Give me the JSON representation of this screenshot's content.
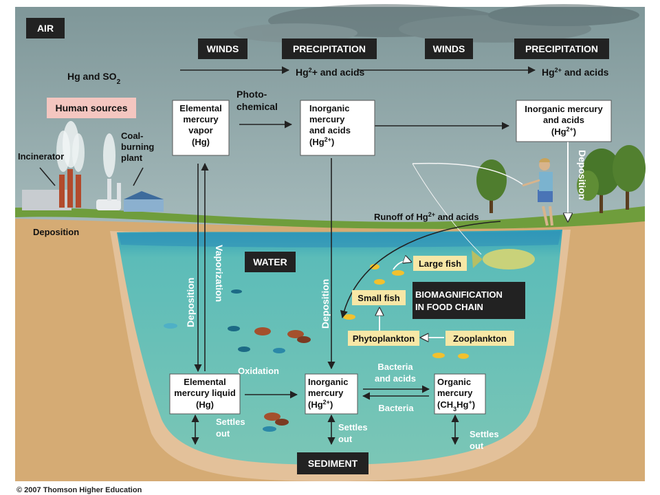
{
  "labels": {
    "air": "AIR",
    "winds": "WINDS",
    "precipitation": "PRECIPITATION",
    "water": "WATER",
    "sediment": "SEDIMENT",
    "hg_so2_main": "Hg and SO",
    "hg_so2_sub": "2",
    "hg2_acids_1_a": "Hg",
    "hg2_acids_1_sup": "2",
    "hg2_acids_1_b": "+ and acids",
    "hg2_acids_2_a": "Hg",
    "hg2_acids_2_sup": "2+",
    "hg2_acids_2_b": " and acids",
    "human_sources": "Human sources",
    "incinerator": "Incinerator",
    "coal_plant": [
      "Coal-",
      "burning",
      "plant"
    ],
    "photochemical": [
      "Photo-",
      "chemical"
    ],
    "elemental_vapor": [
      "Elemental",
      "mercury",
      "vapor",
      "(Hg)"
    ],
    "inorganic_air": [
      "Inorganic",
      "mercury",
      "and acids"
    ],
    "inorganic_air_formula": [
      "(Hg",
      "2+",
      ")"
    ],
    "inorganic_right": [
      "Inorganic mercury",
      "and acids"
    ],
    "inorganic_right_formula": [
      "(Hg",
      "2+",
      ")"
    ],
    "deposition": "Deposition",
    "vaporization": "Vaporization",
    "runoff": [
      "Runoff of Hg",
      "2+",
      " and acids"
    ],
    "large_fish": "Large fish",
    "small_fish": "Small fish",
    "phytoplankton": "Phytoplankton",
    "zooplankton": "Zooplankton",
    "biomagnification": [
      "BIOMAGNIFICATION",
      "IN FOOD CHAIN"
    ],
    "elemental_liquid": [
      "Elemental",
      "mercury liquid",
      "(Hg)"
    ],
    "oxidation": "Oxidation",
    "inorganic_water": [
      "Inorganic",
      "mercury"
    ],
    "inorganic_water_formula": [
      "(Hg",
      "2+",
      ")"
    ],
    "bacteria_acids": [
      "Bacteria",
      "and acids"
    ],
    "bacteria": "Bacteria",
    "organic": [
      "Organic",
      "mercury"
    ],
    "organic_formula": [
      "(CH",
      "3",
      "Hg",
      "+",
      ")"
    ],
    "settles_out": [
      "Settles",
      "out"
    ],
    "copyright": "© 2007 Thomson Higher Education"
  },
  "colors": {
    "sky": "#8ea6a9",
    "label_box": "#222222",
    "human_sources_box": "#f4c6c0",
    "food_chain_box": "#f7e7a6",
    "water": "#5fb6b0",
    "sediment": "#e6c8a2",
    "soil": "#d9b07a",
    "grass": "#6a9a3a",
    "arrow": "#222222"
  }
}
